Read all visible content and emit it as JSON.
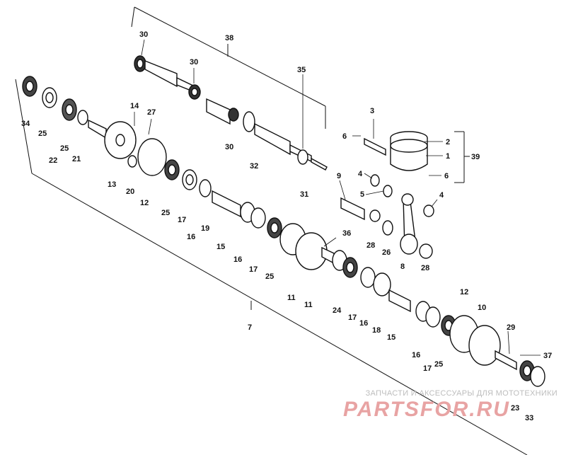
{
  "watermark": {
    "tagline": "ЗАПЧАСТИ И АКСЕССУАРЫ ДЛЯ МОТОТЕХНИКИ",
    "logo_text": "PARTSFOR.RU",
    "logo_color": "#e8a3a3"
  },
  "colors": {
    "ink": "#111111",
    "paper": "#ffffff"
  },
  "callouts": [
    {
      "id": "c30a",
      "text": "30"
    },
    {
      "id": "c38",
      "text": "38"
    },
    {
      "id": "c30b",
      "text": "30"
    },
    {
      "id": "c35",
      "text": "35"
    },
    {
      "id": "c34",
      "text": "34"
    },
    {
      "id": "c25a",
      "text": "25"
    },
    {
      "id": "c22",
      "text": "22"
    },
    {
      "id": "c25b",
      "text": "25"
    },
    {
      "id": "c21",
      "text": "21"
    },
    {
      "id": "c14",
      "text": "14"
    },
    {
      "id": "c27",
      "text": "27"
    },
    {
      "id": "c30c",
      "text": "30"
    },
    {
      "id": "c32",
      "text": "32"
    },
    {
      "id": "c31",
      "text": "31"
    },
    {
      "id": "c3",
      "text": "3"
    },
    {
      "id": "c6a",
      "text": "6"
    },
    {
      "id": "c2",
      "text": "2"
    },
    {
      "id": "c1",
      "text": "1"
    },
    {
      "id": "c39",
      "text": "39"
    },
    {
      "id": "c6b",
      "text": "6"
    },
    {
      "id": "c13",
      "text": "13"
    },
    {
      "id": "c20",
      "text": "20"
    },
    {
      "id": "c12a",
      "text": "12"
    },
    {
      "id": "c25c",
      "text": "25"
    },
    {
      "id": "c17a",
      "text": "17"
    },
    {
      "id": "c16a",
      "text": "16"
    },
    {
      "id": "c19",
      "text": "19"
    },
    {
      "id": "c15a",
      "text": "15"
    },
    {
      "id": "c9",
      "text": "9"
    },
    {
      "id": "c4a",
      "text": "4"
    },
    {
      "id": "c5",
      "text": "5"
    },
    {
      "id": "c4b",
      "text": "4"
    },
    {
      "id": "c28a",
      "text": "28"
    },
    {
      "id": "c26",
      "text": "26"
    },
    {
      "id": "c8",
      "text": "8"
    },
    {
      "id": "c28b",
      "text": "28"
    },
    {
      "id": "c36",
      "text": "36"
    },
    {
      "id": "c16b",
      "text": "16"
    },
    {
      "id": "c17b",
      "text": "17"
    },
    {
      "id": "c25d",
      "text": "25"
    },
    {
      "id": "c11a",
      "text": "11"
    },
    {
      "id": "c11b",
      "text": "11"
    },
    {
      "id": "c24",
      "text": "24"
    },
    {
      "id": "c17c",
      "text": "17"
    },
    {
      "id": "c16c",
      "text": "16"
    },
    {
      "id": "c18",
      "text": "18"
    },
    {
      "id": "c15b",
      "text": "15"
    },
    {
      "id": "c12b",
      "text": "12"
    },
    {
      "id": "c10",
      "text": "10"
    },
    {
      "id": "c7",
      "text": "7"
    },
    {
      "id": "c29",
      "text": "29"
    },
    {
      "id": "c37",
      "text": "37"
    },
    {
      "id": "c16d",
      "text": "16"
    },
    {
      "id": "c17d",
      "text": "17"
    },
    {
      "id": "c25e",
      "text": "25"
    },
    {
      "id": "c23",
      "text": "23"
    },
    {
      "id": "c33",
      "text": "33"
    }
  ]
}
